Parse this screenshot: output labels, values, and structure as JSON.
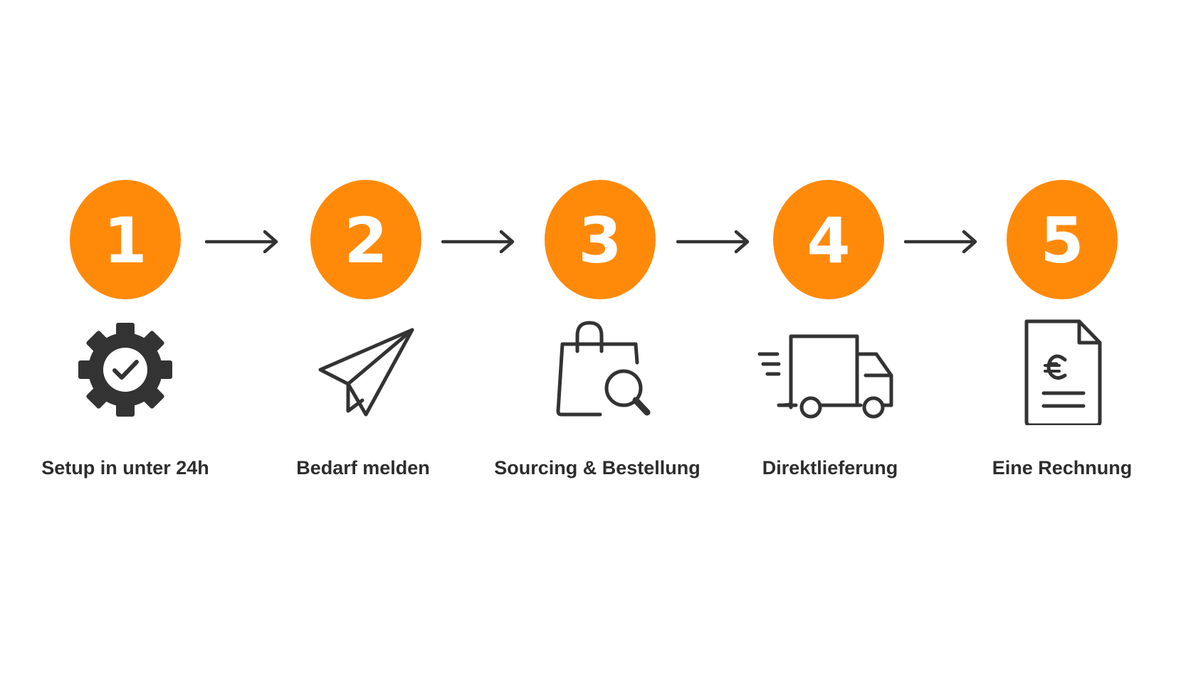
{
  "colors": {
    "accent": "#FF8A0A",
    "icon": "#333333",
    "text": "#2d2d2d",
    "background": "#ffffff"
  },
  "steps": [
    {
      "number": "1",
      "label": "Setup in unter 24h",
      "icon": "gear-check-icon"
    },
    {
      "number": "2",
      "label": "Bedarf melden",
      "icon": "paper-plane-icon"
    },
    {
      "number": "3",
      "label": "Sourcing & Bestellung",
      "icon": "shopping-bag-search-icon"
    },
    {
      "number": "4",
      "label": "Direktlieferung",
      "icon": "delivery-truck-icon"
    },
    {
      "number": "5",
      "label": "Eine Rechnung",
      "icon": "euro-invoice-icon"
    }
  ],
  "connectors": [
    "arrow-right-icon",
    "arrow-right-icon",
    "arrow-right-icon",
    "arrow-right-icon"
  ]
}
